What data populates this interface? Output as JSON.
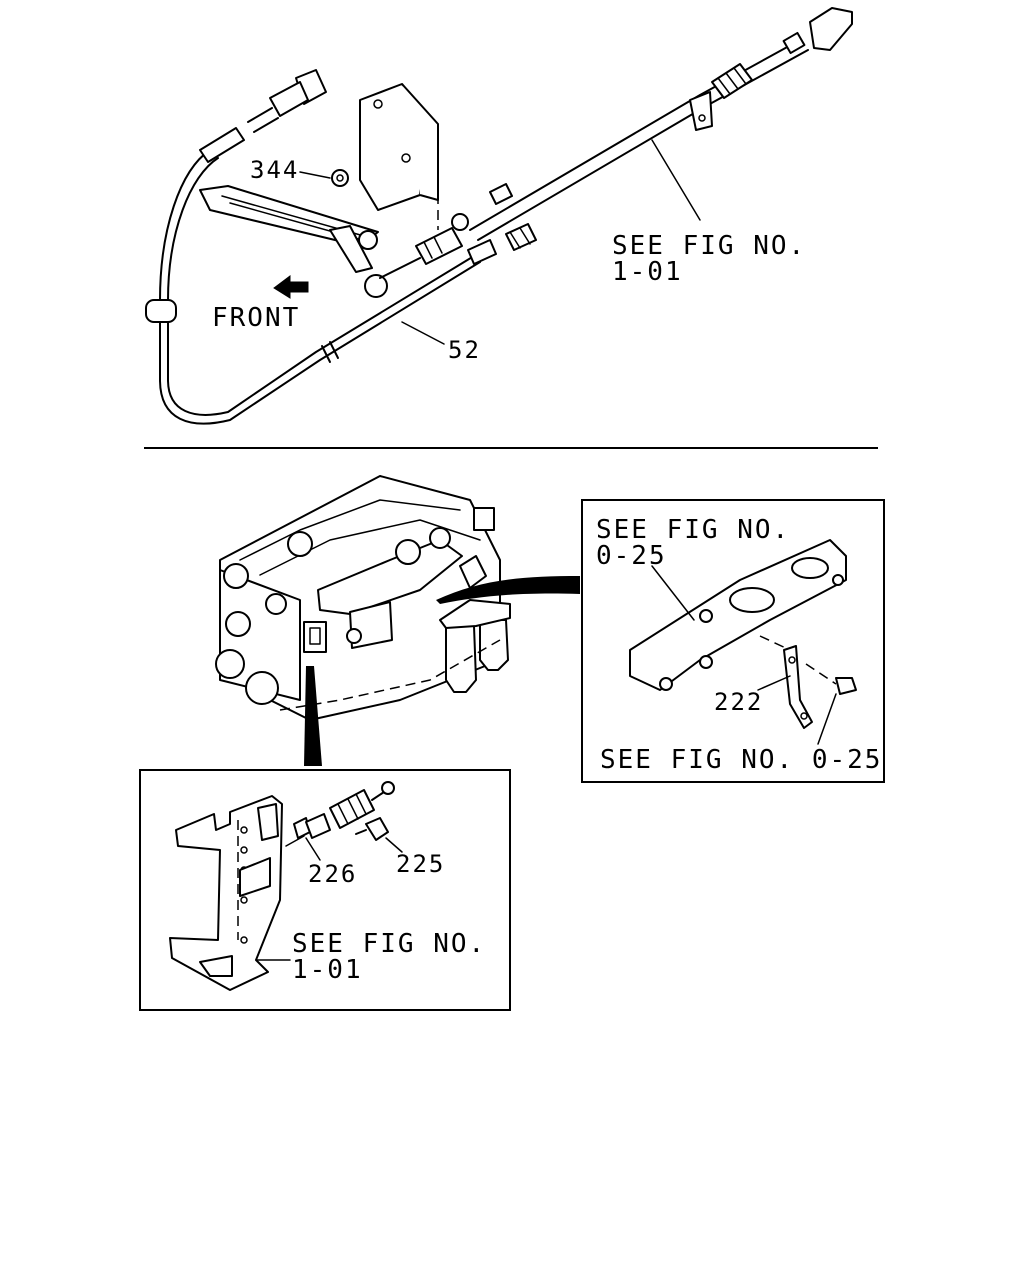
{
  "top_diagram": {
    "labels": {
      "nut": "344",
      "cable": "52",
      "front": "FRONT",
      "see_fig_line1": "SEE FIG NO.",
      "see_fig_line2": "1-01"
    }
  },
  "inset_manifold": {
    "see_fig_top_line1": "SEE FIG NO.",
    "see_fig_top_line2": "0-25",
    "bracket": "222",
    "see_fig_bottom": "SEE FIG NO. 0-25"
  },
  "inset_bracket": {
    "clip": "226",
    "bolt": "225",
    "see_fig_line1": "SEE FIG NO.",
    "see_fig_line2": "1-01"
  }
}
